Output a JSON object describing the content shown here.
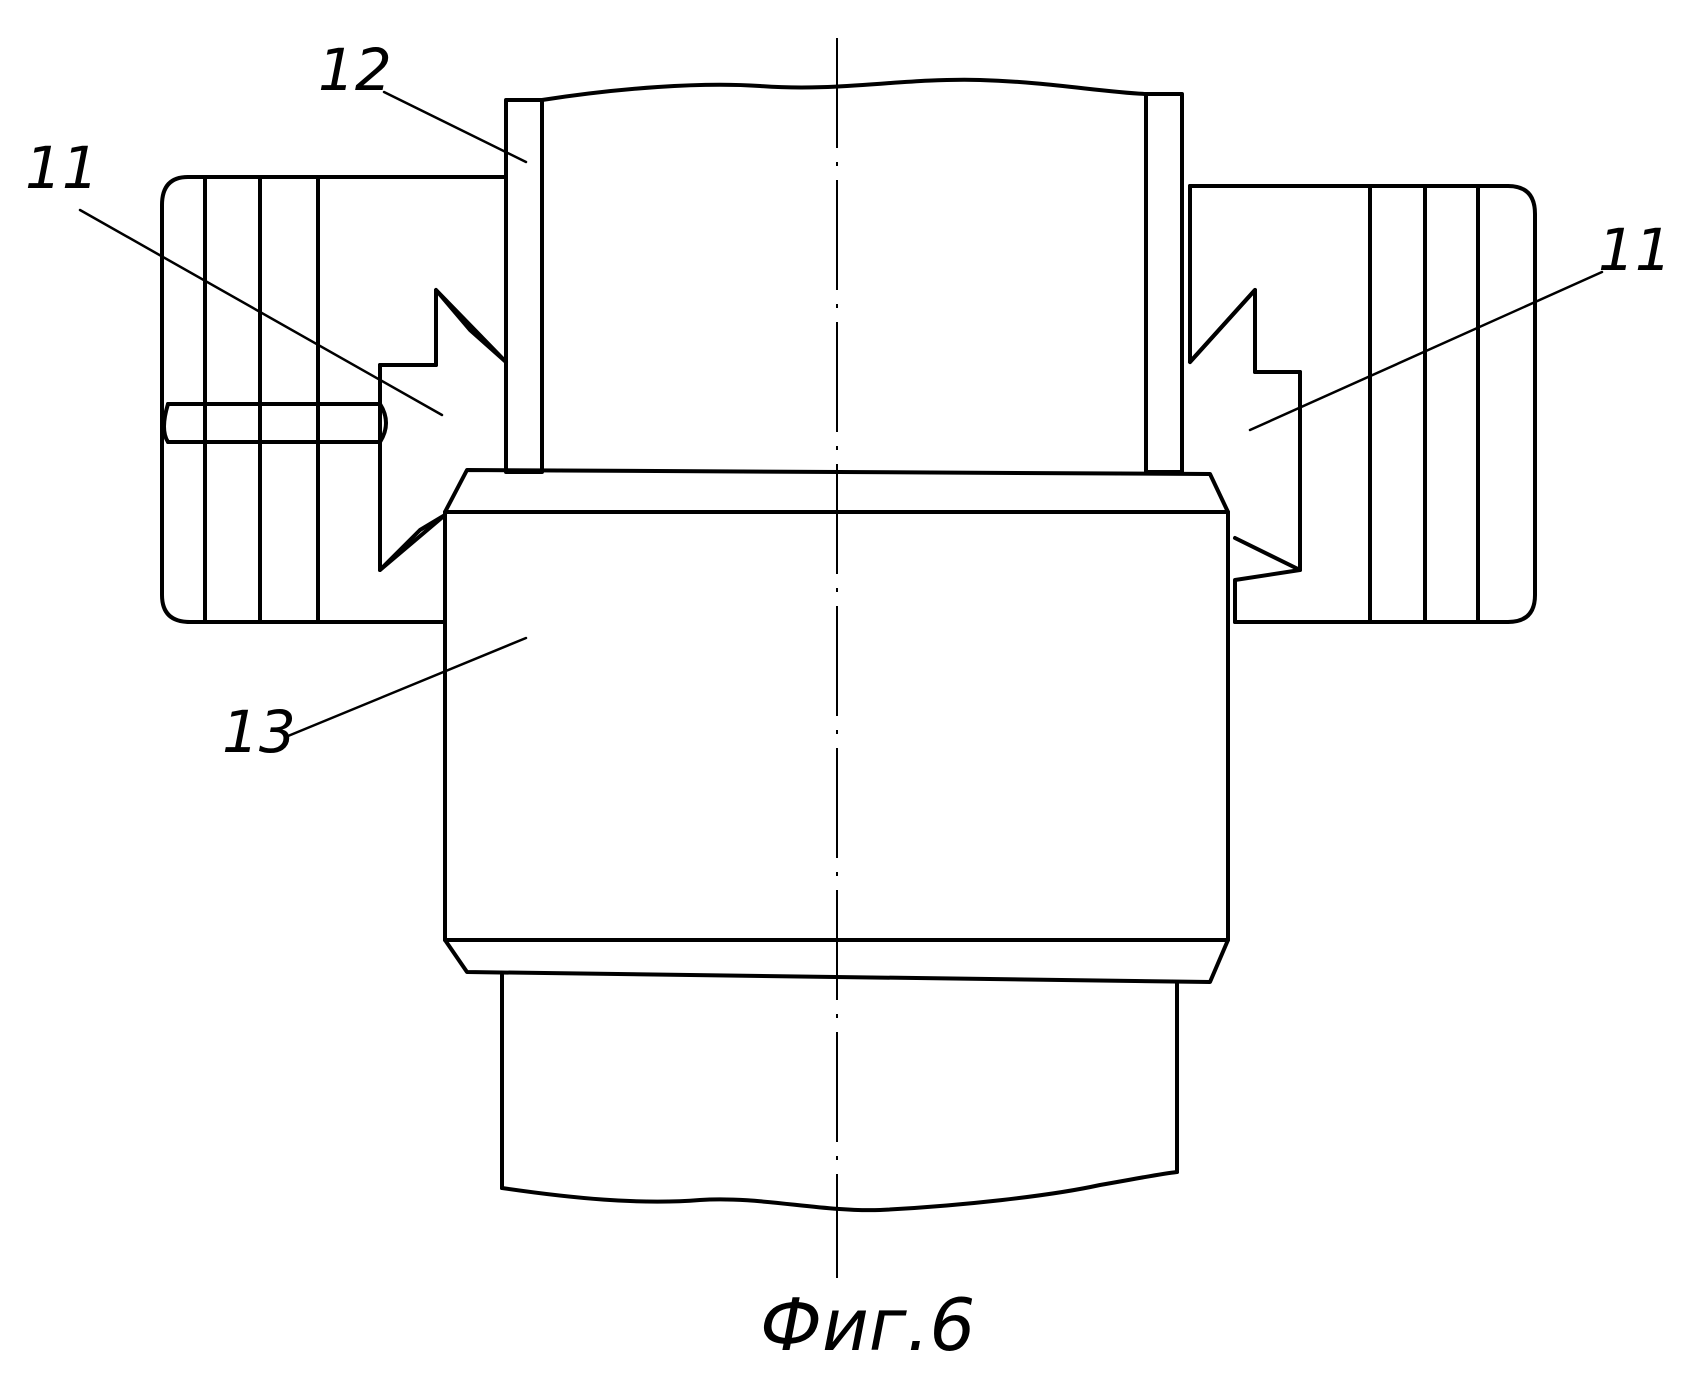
{
  "figure": {
    "caption": "Фиг.6",
    "labels": {
      "housing_left": "11",
      "housing_right": "11",
      "sleeve": "12",
      "collar": "13"
    }
  },
  "colors": {
    "ink": "#000000",
    "paper": "#ffffff"
  }
}
